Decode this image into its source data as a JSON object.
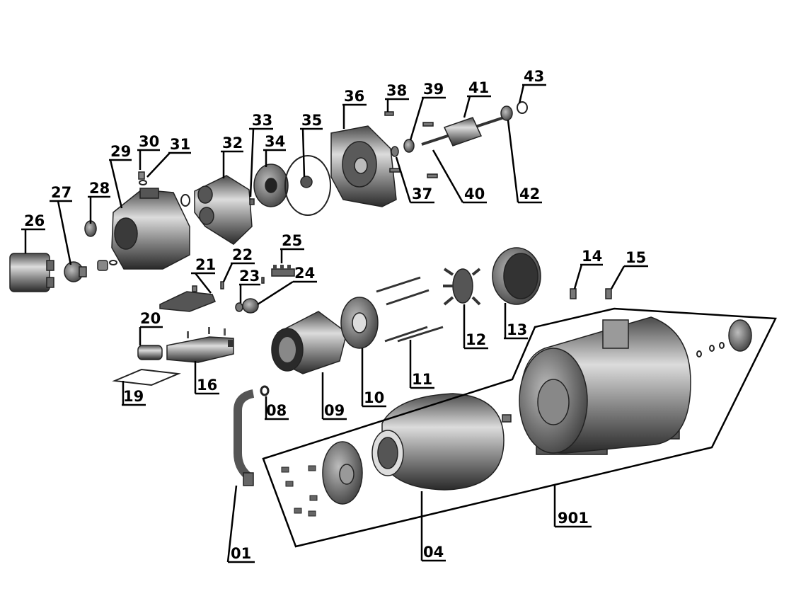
{
  "labels": {
    "p01": "01",
    "p04": "04",
    "p08": "08",
    "p09": "09",
    "p10": "10",
    "p11": "11",
    "p12": "12",
    "p13": "13",
    "p14": "14",
    "p15": "15",
    "p16": "16",
    "p19": "19",
    "p20": "20",
    "p21": "21",
    "p22": "22",
    "p23": "23",
    "p24": "24",
    "p25": "25",
    "p26": "26",
    "p27": "27",
    "p28": "28",
    "p29": "29",
    "p30": "30",
    "p31": "31",
    "p32": "32",
    "p33": "33",
    "p34": "34",
    "p35": "35",
    "p36": "36",
    "p37": "37",
    "p38": "38",
    "p39": "39",
    "p40": "40",
    "p41": "41",
    "p42": "42",
    "p43": "43",
    "p901": "901"
  },
  "colors": {
    "ink": "#000000",
    "part_dark": "#3a3a3a",
    "part_mid": "#8c8c8c",
    "part_light": "#d9d9d9",
    "background": "#ffffff"
  }
}
